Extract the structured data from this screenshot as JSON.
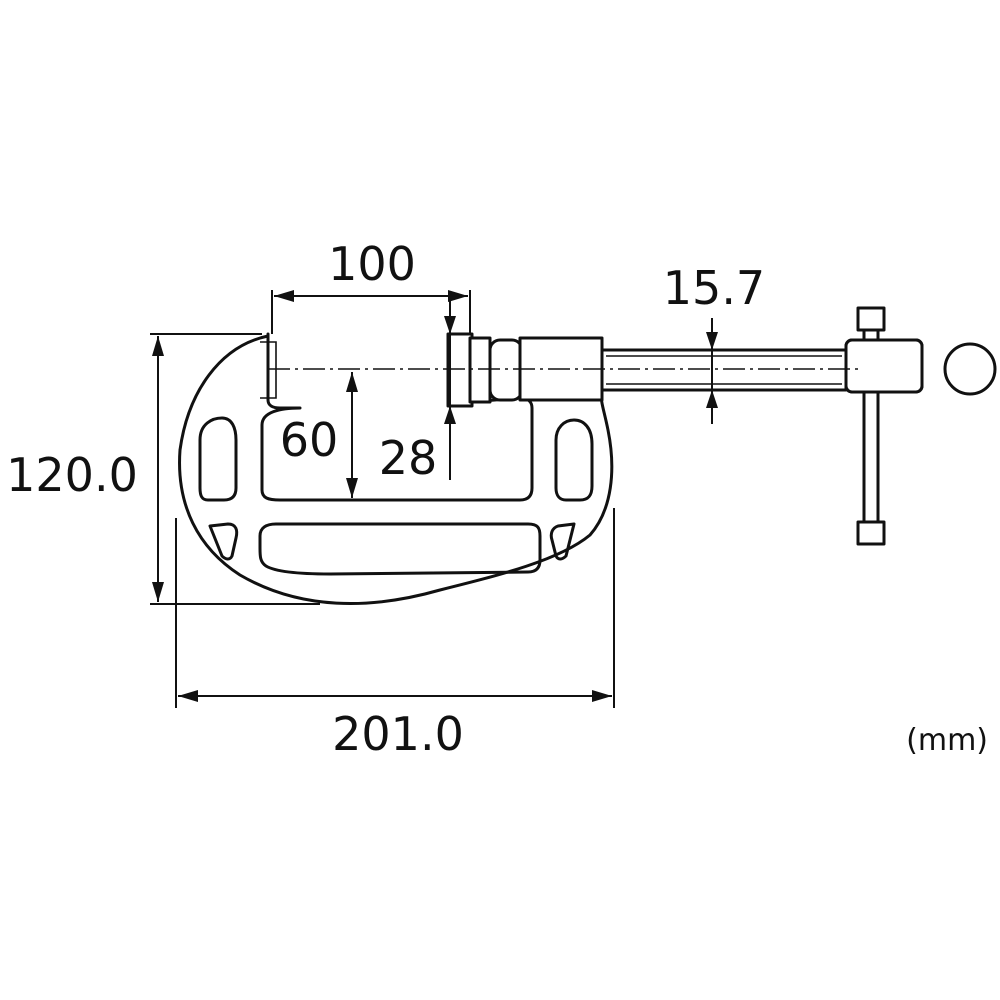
{
  "dimensions": {
    "jaw_opening": "100",
    "screw_diameter": "15.7",
    "throat_depth": "60",
    "jaw_height": "28",
    "overall_height": "120.0",
    "overall_length": "201.0"
  },
  "unit": "(mm)"
}
